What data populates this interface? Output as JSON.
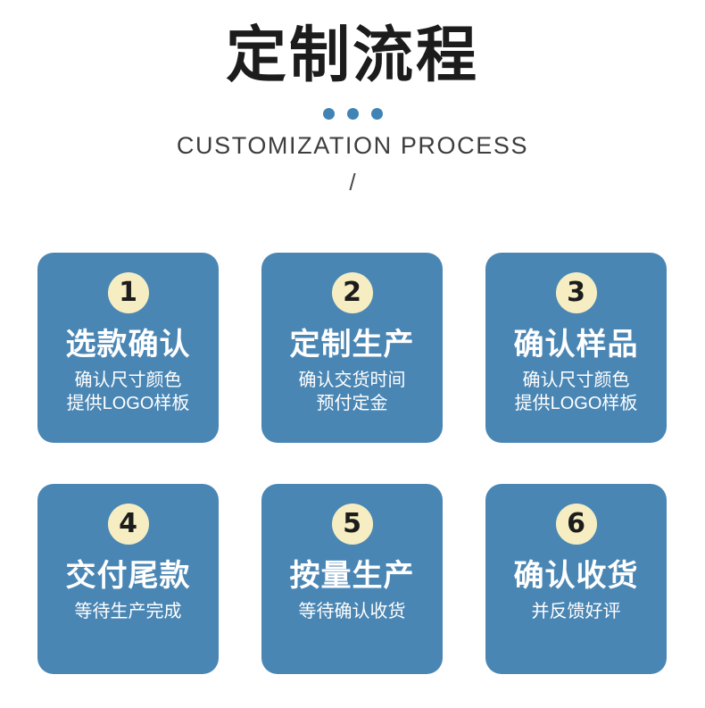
{
  "header": {
    "title": "定制流程",
    "subtitle": "CUSTOMIZATION PROCESS",
    "divider_mark": "/",
    "dots_count": 3,
    "dot_color": "#4083b5",
    "title_color": "#1c1c1c",
    "subtitle_color": "#3d3d3d"
  },
  "theme": {
    "card_background": "#4a86b4",
    "badge_background": "#f6eec2",
    "badge_text_color": "#1c1c1c",
    "card_text_color": "#ffffff",
    "page_background": "#ffffff"
  },
  "steps": [
    {
      "number": "1",
      "title": "选款确认",
      "desc_lines": [
        "确认尺寸颜色",
        "提供LOGO样板"
      ]
    },
    {
      "number": "2",
      "title": "定制生产",
      "desc_lines": [
        "确认交货时间",
        "预付定金"
      ]
    },
    {
      "number": "3",
      "title": "确认样品",
      "desc_lines": [
        "确认尺寸颜色",
        "提供LOGO样板"
      ]
    },
    {
      "number": "4",
      "title": "交付尾款",
      "desc_lines": [
        "等待生产完成"
      ]
    },
    {
      "number": "5",
      "title": "按量生产",
      "desc_lines": [
        "等待确认收货"
      ]
    },
    {
      "number": "6",
      "title": "确认收货",
      "desc_lines": [
        "并反馈好评"
      ]
    }
  ]
}
